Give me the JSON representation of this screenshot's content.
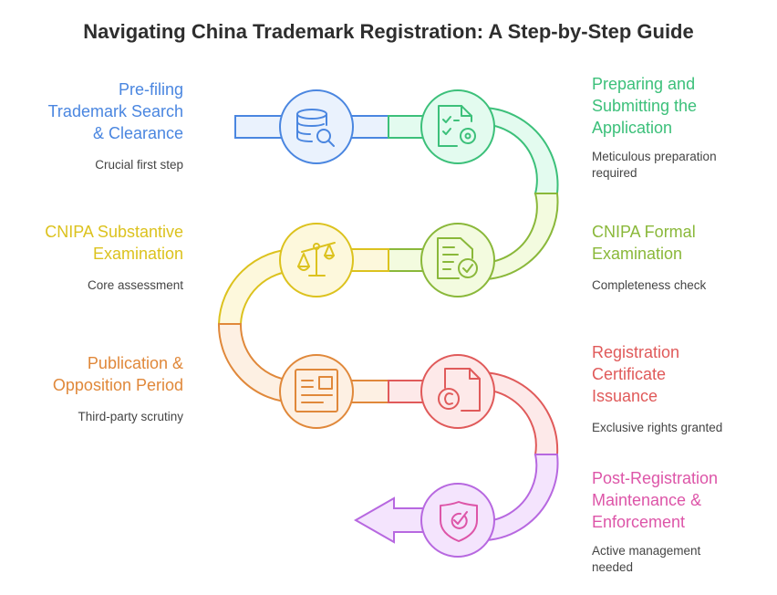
{
  "title": "Navigating China Trademark Registration: A Step-by-Step Guide",
  "steps": [
    {
      "title": "Pre-filing Trademark Search & Clearance",
      "lines": [
        "Pre-filing",
        "Trademark Search",
        "& Clearance"
      ],
      "desc_lines": [
        "Crucial first step"
      ],
      "icon": "database-search-icon",
      "color": "#4a86e0",
      "fill": "#eaf2fd"
    },
    {
      "title": "Preparing and Submitting the Application",
      "lines": [
        "Preparing and",
        "Submitting the",
        "Application"
      ],
      "desc_lines": [
        "Meticulous preparation",
        "required"
      ],
      "icon": "checklist-gear-icon",
      "color": "#3cc07a",
      "fill": "#e3fbef"
    },
    {
      "title": "CNIPA Formal Examination",
      "lines": [
        "CNIPA Formal",
        "Examination"
      ],
      "desc_lines": [
        "Completeness check"
      ],
      "icon": "document-check-icon",
      "color": "#8ab83a",
      "fill": "#f3fbdf"
    },
    {
      "title": "CNIPA Substantive Examination",
      "lines": [
        "CNIPA Substantive",
        "Examination"
      ],
      "desc_lines": [
        "Core assessment"
      ],
      "icon": "scales-icon",
      "color": "#dcc21e",
      "fill": "#fdf8dc"
    },
    {
      "title": "Publication & Opposition Period",
      "lines": [
        "Publication &",
        "Opposition Period"
      ],
      "desc_lines": [
        "Third-party scrutiny"
      ],
      "icon": "newspaper-icon",
      "color": "#e0883a",
      "fill": "#fdf0e3"
    },
    {
      "title": "Registration Certificate Issuance",
      "lines": [
        "Registration",
        "Certificate",
        "Issuance"
      ],
      "desc_lines": [
        "Exclusive rights granted"
      ],
      "icon": "copyright-document-icon",
      "color": "#e05a5a",
      "fill": "#fde9e9"
    },
    {
      "title": "Post-Registration Maintenance & Enforcement",
      "lines": [
        "Post-Registration",
        "Maintenance &",
        "Enforcement"
      ],
      "desc_lines": [
        "Active management",
        "needed"
      ],
      "icon": "shield-check-icon",
      "color": "#b768e0",
      "fill": "#f4e4fd",
      "title_color": "#dd55a8",
      "icon_color": "#dd55a8"
    }
  ]
}
